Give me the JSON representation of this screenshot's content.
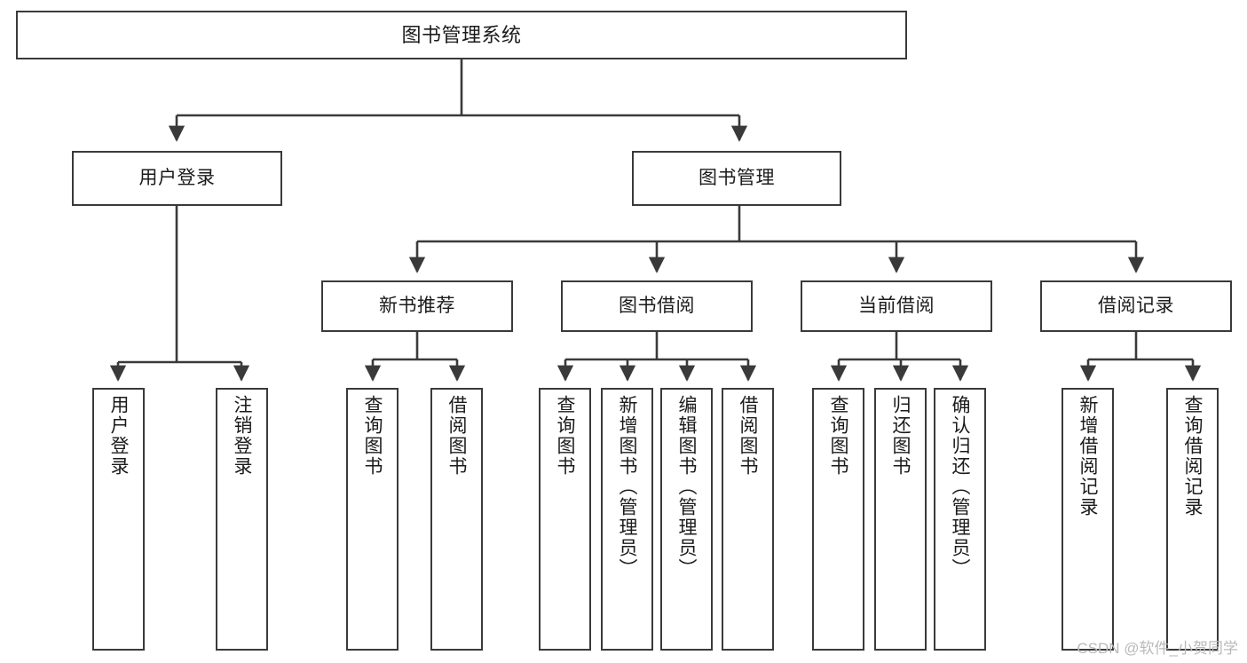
{
  "diagram": {
    "title": "图书管理系统",
    "type": "tree",
    "style": {
      "box_border_color": "#3a3a3a",
      "box_fill_color": "#ffffff",
      "edge_color": "#3a3a3a",
      "text_color": "#1b1b1b",
      "background": "#ffffff"
    },
    "levels": {
      "root": {
        "label": "图书管理系统"
      },
      "level2": [
        {
          "id": "user-login",
          "label": "用户登录"
        },
        {
          "id": "book-management",
          "label": "图书管理"
        }
      ],
      "level3": [
        {
          "id": "new-book-recommend",
          "label": "新书推荐"
        },
        {
          "id": "book-borrow",
          "label": "图书借阅"
        },
        {
          "id": "current-borrow",
          "label": "当前借阅"
        },
        {
          "id": "borrow-record",
          "label": "借阅记录"
        }
      ],
      "leaves": {
        "user-login": [
          {
            "id": "leaf-user-login",
            "label": "用户登录"
          },
          {
            "id": "leaf-user-logout",
            "label": "注销登录"
          }
        ],
        "new-book-recommend": [
          {
            "id": "leaf-query-book-1",
            "label": "查询图书"
          },
          {
            "id": "leaf-borrow-book-1",
            "label": "借阅图书"
          }
        ],
        "book-borrow": [
          {
            "id": "leaf-query-book-2",
            "label": "查询图书"
          },
          {
            "id": "leaf-add-book",
            "label": "新增图书（管理员）"
          },
          {
            "id": "leaf-edit-book",
            "label": "编辑图书（管理员）"
          },
          {
            "id": "leaf-borrow-book-2",
            "label": "借阅图书"
          }
        ],
        "current-borrow": [
          {
            "id": "leaf-query-book-3",
            "label": "查询图书"
          },
          {
            "id": "leaf-return-book",
            "label": "归还图书"
          },
          {
            "id": "leaf-confirm-return",
            "label": "确认归还（管理员）"
          }
        ],
        "borrow-record": [
          {
            "id": "leaf-add-record",
            "label": "新增借阅记录"
          },
          {
            "id": "leaf-query-record",
            "label": "查询借阅记录"
          }
        ]
      }
    }
  },
  "watermark": {
    "text": "CSDN @软件_小贺同学"
  }
}
